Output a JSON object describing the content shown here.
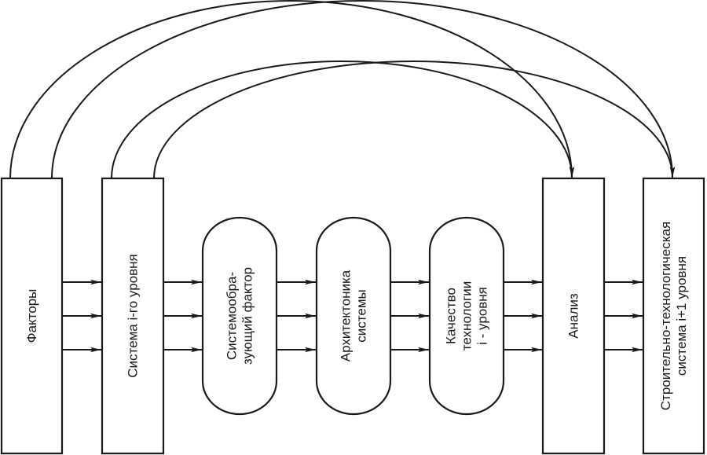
{
  "diagram": {
    "type": "flowchart",
    "nodes": [
      {
        "id": "factors",
        "shape": "rectangle",
        "lines": [
          "Факторы"
        ]
      },
      {
        "id": "system_i",
        "shape": "rectangle",
        "lines": [
          "Система i-го уровня"
        ]
      },
      {
        "id": "system_forming",
        "shape": "rounded",
        "lines": [
          "Системообра-",
          "зующий фактор"
        ]
      },
      {
        "id": "architectonics",
        "shape": "rounded",
        "lines": [
          "Архитектоника",
          "системы"
        ]
      },
      {
        "id": "quality",
        "shape": "rounded",
        "lines": [
          "Качество",
          "технологии",
          "i - уровня"
        ]
      },
      {
        "id": "analysis",
        "shape": "rectangle",
        "lines": [
          "Анализ"
        ]
      },
      {
        "id": "system_i1",
        "shape": "rectangle",
        "lines": [
          "Строительно-технологическая",
          "система i+1 уровня"
        ]
      }
    ],
    "edges": [
      {
        "from": "factors",
        "to": "system_i",
        "count": 3
      },
      {
        "from": "system_i",
        "to": "system_forming",
        "count": 3
      },
      {
        "from": "system_forming",
        "to": "architectonics",
        "count": 3
      },
      {
        "from": "architectonics",
        "to": "quality",
        "count": 3
      },
      {
        "from": "quality",
        "to": "analysis",
        "count": 3
      },
      {
        "from": "analysis",
        "to": "system_i1",
        "count": 3
      }
    ],
    "feedback_arcs": [
      {
        "from": "factors",
        "to": "analysis"
      },
      {
        "from": "factors",
        "to": "system_i1"
      },
      {
        "from": "system_i",
        "to": "analysis"
      },
      {
        "from": "system_i",
        "to": "system_i1"
      }
    ]
  }
}
